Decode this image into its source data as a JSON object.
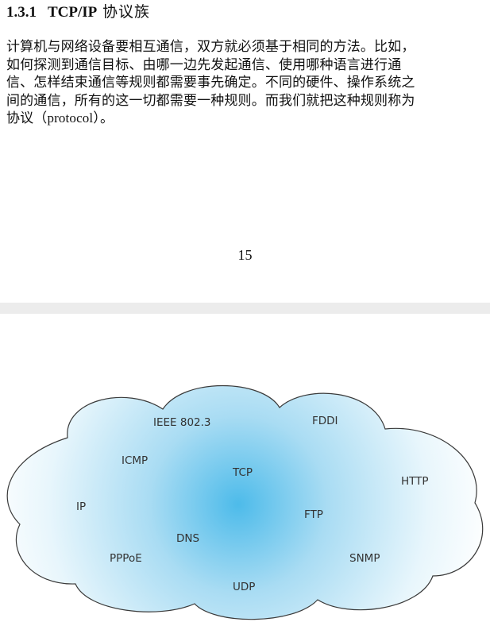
{
  "page1": {
    "section_number": "1.3.1",
    "section_title_en": "TCP/IP",
    "section_title_zh": "协议族",
    "paragraph_lines": [
      "计算机与网络设备要相互通信，双方就必须基于相同的方法。比如，",
      "如何探测到通信目标、由哪一边先发起通信、使用哪种语言进行通",
      "信、怎样结束通信等规则都需要事先确定。不同的硬件、操作系统之",
      "间的通信，所有的这一切都需要一种规则。而我们就把这种规则称为",
      "协议（protocol）。"
    ],
    "page_number": "15"
  },
  "page2": {
    "protocols": {
      "ieee": "IEEE 802.3",
      "fddi": "FDDI",
      "icmp": "ICMP",
      "tcp": "TCP",
      "http": "HTTP",
      "ip": "IP",
      "ftp": "FTP",
      "dns": "DNS",
      "pppoe": "PPPoE",
      "snmp": "SNMP",
      "udp": "UDP"
    },
    "colors": {
      "cloud_center": "#4dbbea",
      "cloud_edge": "#ffffff",
      "cloud_outline": "#3a3a3a"
    }
  }
}
